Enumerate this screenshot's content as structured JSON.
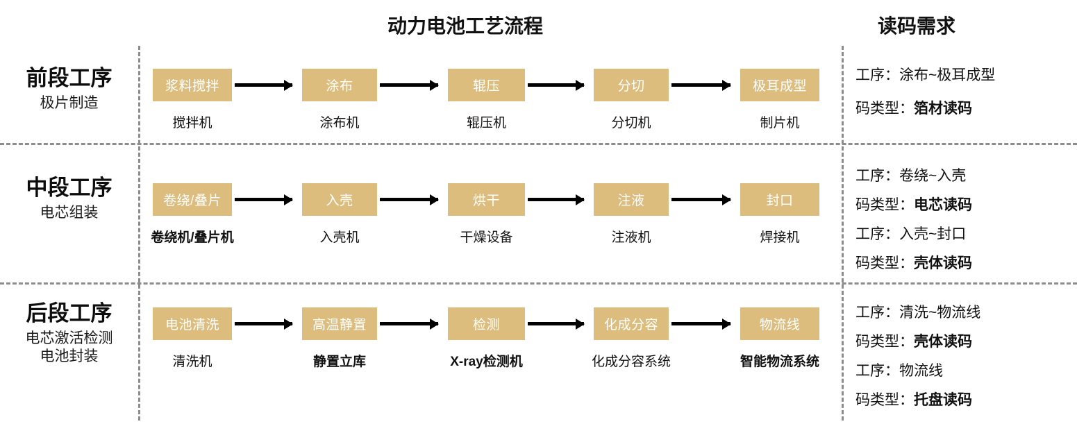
{
  "headers": {
    "flow": "动力电池工艺流程",
    "requirement": "读码需求"
  },
  "stages": [
    {
      "title": "前段工序",
      "subtitle": "极片制造",
      "subtitle2": "",
      "steps": [
        {
          "process": "浆料搅拌",
          "equipment": "搅拌机",
          "equip_bold": false
        },
        {
          "process": "涂布",
          "equipment": "涂布机",
          "equip_bold": false
        },
        {
          "process": "辊压",
          "equipment": "辊压机",
          "equip_bold": false
        },
        {
          "process": "分切",
          "equipment": "分切机",
          "equip_bold": false
        },
        {
          "process": "极耳成型",
          "equipment": "制片机",
          "equip_bold": false
        }
      ],
      "requirements": [
        {
          "label": "工序：",
          "value": "涂布~极耳成型",
          "bold": false
        },
        {
          "label": "码类型：",
          "value": "箔材读码",
          "bold": true
        }
      ]
    },
    {
      "title": "中段工序",
      "subtitle": "电芯组装",
      "subtitle2": "",
      "steps": [
        {
          "process": "卷绕/叠片",
          "equipment": "卷绕机/叠片机",
          "equip_bold": true
        },
        {
          "process": "入壳",
          "equipment": "入壳机",
          "equip_bold": false
        },
        {
          "process": "烘干",
          "equipment": "干燥设备",
          "equip_bold": false
        },
        {
          "process": "注液",
          "equipment": "注液机",
          "equip_bold": false
        },
        {
          "process": "封口",
          "equipment": "焊接机",
          "equip_bold": false
        }
      ],
      "requirements": [
        {
          "label": "工序：",
          "value": "卷绕~入壳",
          "bold": false
        },
        {
          "label": "码类型：",
          "value": "电芯读码",
          "bold": true
        },
        {
          "label": "工序：",
          "value": "入壳~封口",
          "bold": false
        },
        {
          "label": "码类型：",
          "value": "壳体读码",
          "bold": true
        }
      ]
    },
    {
      "title": "后段工序",
      "subtitle": "电芯激活检测",
      "subtitle2": "电池封装",
      "steps": [
        {
          "process": "电池清洗",
          "equipment": "清洗机",
          "equip_bold": false
        },
        {
          "process": "高温静置",
          "equipment": "静置立库",
          "equip_bold": true
        },
        {
          "process": "检测",
          "equipment": "X-ray检测机",
          "equip_bold": true
        },
        {
          "process": "化成分容",
          "equipment": "化成分容系统",
          "equip_bold": false
        },
        {
          "process": "物流线",
          "equipment": "智能物流系统",
          "equip_bold": true
        }
      ],
      "requirements": [
        {
          "label": "工序：",
          "value": "清洗~物流线",
          "bold": false
        },
        {
          "label": "码类型：",
          "value": "壳体读码",
          "bold": true
        },
        {
          "label": "工序：",
          "value": "物流线",
          "bold": false
        },
        {
          "label": "码类型：",
          "value": "托盘读码",
          "bold": true
        }
      ]
    }
  ],
  "colors": {
    "box_fill": "#ddbd7d",
    "box_text": "#ffffff",
    "divider": "#8c8c8c",
    "arrow": "#000000"
  },
  "layout": {
    "box_columns_x": [
      220,
      435,
      645,
      855,
      1066
    ],
    "box_widths": [
      114,
      108,
      111,
      108,
      114
    ]
  }
}
